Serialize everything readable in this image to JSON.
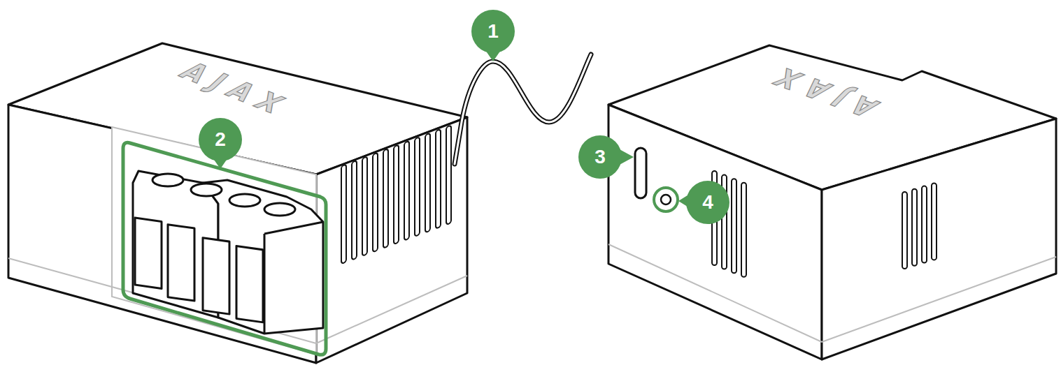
{
  "diagram": {
    "labels": [
      "AJAX",
      "1",
      "2",
      "3",
      "4",
      "AJAX"
    ]
  }
}
